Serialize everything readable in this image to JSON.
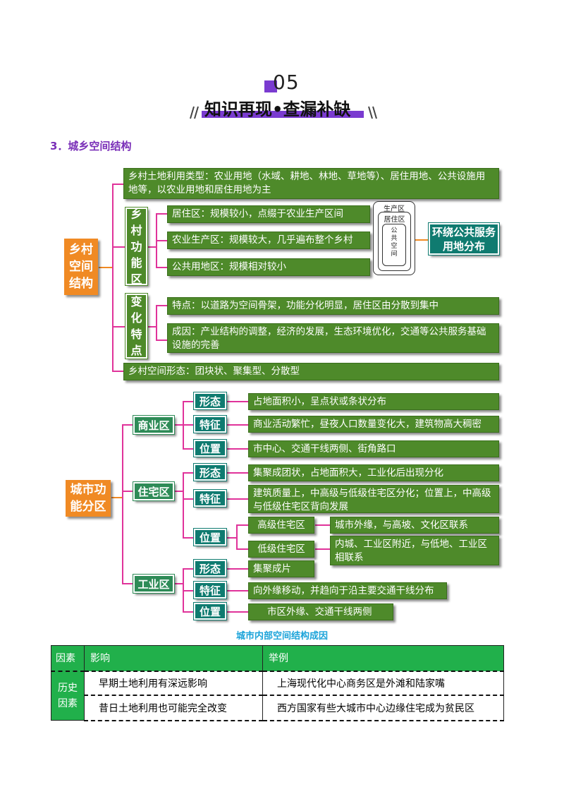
{
  "header": {
    "number": "05",
    "title": "知识再现•查漏补缺"
  },
  "section_title": "3．城乡空间结构",
  "rural": {
    "root": "乡村\n空间\n结构",
    "land_use": "乡村土地利用类型：农业用地（水域、耕地、林地、草地等）、居住用地、公共设施用地等，以农业用地和居住用地为主",
    "function_zone": {
      "label": "乡\n村\n功\n能\n区",
      "items": [
        "居住区：规模较小，点缀于农业生产区间",
        "农业生产区：规模较大，几乎遍布整个乡村",
        "公共用地区：规模相对较小"
      ]
    },
    "diagram": {
      "outer": "生产区",
      "middle": "居住区",
      "inner": "公\n共\n空\n间"
    },
    "public_service": "环绕公共服务\n用地分布",
    "change": {
      "label": "变\n化\n特\n点",
      "items": [
        "特点：以道路为空间骨架，功能分化明显，居住区由分散到集中",
        "成因：产业结构的调整，经济的发展，生态环境优化，交通等公共服务基础设施的完善"
      ]
    },
    "form": "乡村空间形态：团块状、聚集型、分散型"
  },
  "urban": {
    "root": "城市功\n能分区",
    "commercial": {
      "label": "商业区",
      "rows": [
        {
          "key": "形态",
          "value": "占地面积小，呈点状或条状分布"
        },
        {
          "key": "特征",
          "value": "商业活动繁忙，昼夜人口数量变化大，建筑物高大稠密"
        },
        {
          "key": "位置",
          "value": "市中心、交通干线两侧、街角路口"
        }
      ]
    },
    "residential": {
      "label": "住宅区",
      "rows": [
        {
          "key": "形态",
          "value": "集聚成团状，占地面积大，工业化后出现分化"
        },
        {
          "key": "特征",
          "value": "建筑质量上，中高级与低级住宅区分化；位置上，中高级与低级住宅区背向发展"
        },
        {
          "key": "位置",
          "value": ""
        }
      ],
      "sub": [
        {
          "label": "高级住宅区",
          "value": "城市外缘，与高坡、文化区联系"
        },
        {
          "label": "低级住宅区",
          "value": "内城、工业区附近，与低地、工业区相联系"
        }
      ]
    },
    "industrial": {
      "label": "工业区",
      "rows": [
        {
          "key": "形态",
          "value": "集聚成片"
        },
        {
          "key": "特征",
          "value": "向外缘移动，并趋向于沿主要交通干线分布"
        },
        {
          "key": "位置",
          "value": "市区外缘、交通干线两侧"
        }
      ]
    }
  },
  "table": {
    "caption": "城市内部空间结构成因",
    "headers": [
      "因素",
      "影响",
      "举例"
    ],
    "row_label": "历史\n因素",
    "rows": [
      [
        "早期土地利用有深远影响",
        "上海现代化中心商务区是外滩和陆家嘴"
      ],
      [
        "昔日土地利用也可能完全改变",
        "西方国家有些大城市中心边缘住宅成为贫民区"
      ]
    ]
  },
  "colors": {
    "green": "#4e8a2a",
    "orange": "#f08a24",
    "teal": "#0f7b70",
    "purple": "#7a2fb8",
    "connector": "#e0339a"
  }
}
